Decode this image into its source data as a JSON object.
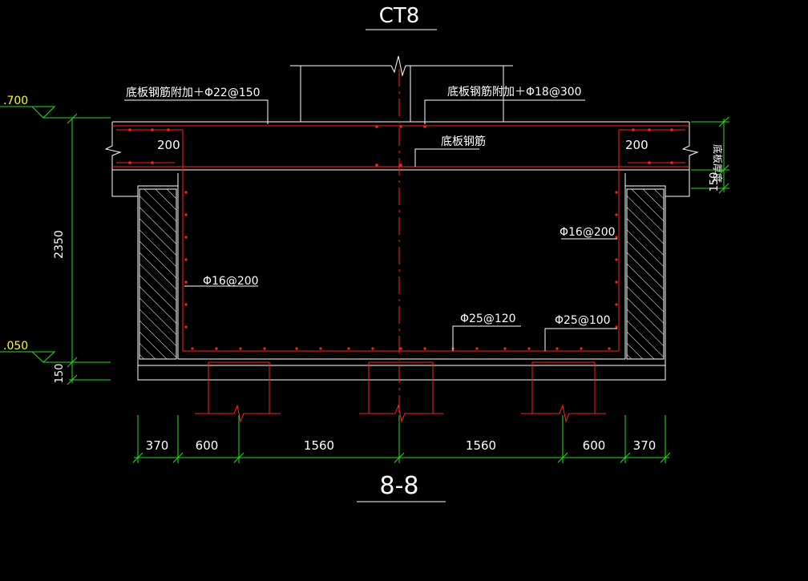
{
  "top_title": "CT8",
  "section_title": "8-8",
  "elevations": {
    "top": ".700",
    "bottom": ".050"
  },
  "labels": {
    "rebar_add_left": "底板钢筋附加＋Φ22@150",
    "rebar_add_right": "底板钢筋附加＋Φ18@300",
    "slab_rebar": "底板钢筋",
    "slab_thickness": "底板厚度",
    "wall_rebar_left": "Φ16@200",
    "wall_rebar_right": "Φ16@200",
    "bottom_rebar_mid": "Φ25@120",
    "bottom_rebar_right": "Φ25@100",
    "dim_200_left": "200",
    "dim_200_right": "200"
  },
  "vertical_dims": {
    "height": "2350",
    "base": "150",
    "right_150": "150"
  },
  "bottom_dims": [
    "370",
    "600",
    "1560",
    "1560",
    "600",
    "370"
  ],
  "colors": {
    "outline": "#ffffff",
    "rebar": "#ff2020",
    "dimension": "#22dd22",
    "elevation_text": "#ffff00"
  }
}
